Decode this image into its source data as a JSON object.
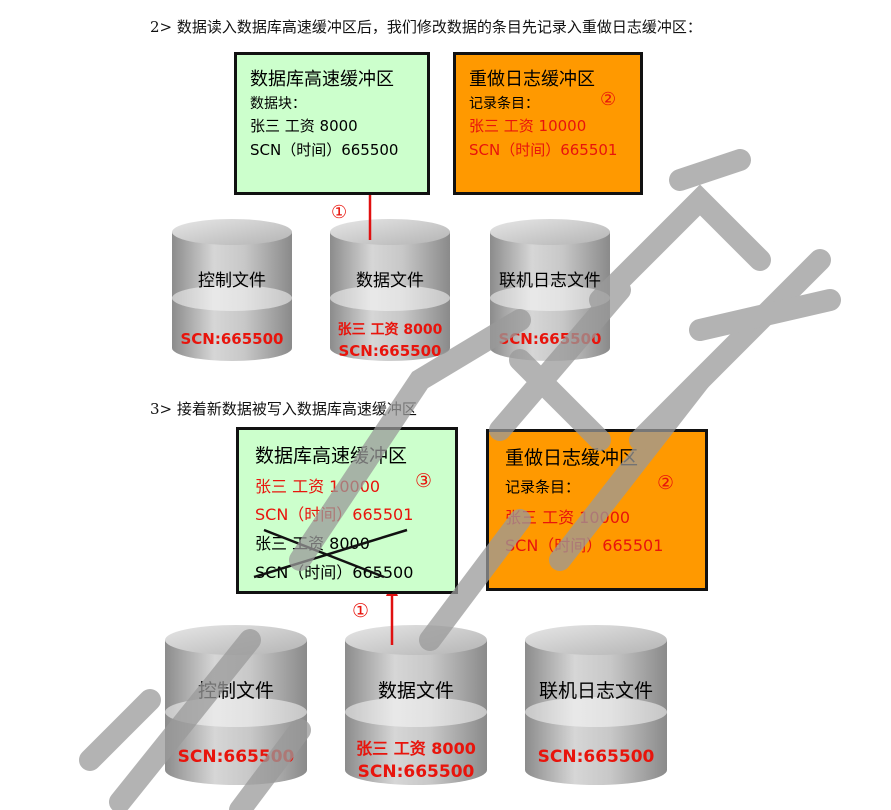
{
  "watermark": {
    "color": "#9a9a9a"
  },
  "colors": {
    "green_box": "#ccffcc",
    "orange_box": "#ff9900",
    "red_text": "#e8140c",
    "arrow": "#e01010"
  },
  "step2": {
    "caption": "2>  数据读入数据库高速缓冲区后，我们修改数据的条目先记录入重做日志缓冲区：",
    "db_buffer": {
      "title": "数据库高速缓冲区",
      "label": "数据块：",
      "row1": "张三  工资 8000",
      "row2": "SCN（时间）665500"
    },
    "redo_buffer": {
      "title": "重做日志缓冲区",
      "label": "记录条目：",
      "marker": "②",
      "row1": "张三  工资 10000",
      "row2": "SCN（时间）665501"
    },
    "arrow_marker": "①",
    "cylinders": [
      {
        "label": "控制文件",
        "line1": "",
        "line2": "SCN:665500"
      },
      {
        "label": "数据文件",
        "line1": "张三  工资 8000",
        "line2": "SCN:665500"
      },
      {
        "label": "联机日志文件",
        "line1": "",
        "line2": "SCN:665500"
      }
    ]
  },
  "step3": {
    "caption": "3>  接着新数据被写入数据库高速缓冲区",
    "db_buffer": {
      "title": "数据库高速缓冲区",
      "row1": "张三  工资  10000",
      "marker": "③",
      "row2": "SCN（时间）665501",
      "old_row1": "张三  工资 8000",
      "old_row2": "SCN（时间）665500"
    },
    "redo_buffer": {
      "title": "重做日志缓冲区",
      "label": "记录条目：",
      "marker": "②",
      "row1": "张三  工资 10000",
      "row2": "SCN（时间）665501"
    },
    "arrow_marker": "①",
    "cylinders": [
      {
        "label": "控制文件",
        "line1": "",
        "line2": "SCN:665500"
      },
      {
        "label": "数据文件",
        "line1": "张三  工资 8000",
        "line2": "SCN:665500"
      },
      {
        "label": "联机日志文件",
        "line1": "",
        "line2": "SCN:665500"
      }
    ]
  }
}
